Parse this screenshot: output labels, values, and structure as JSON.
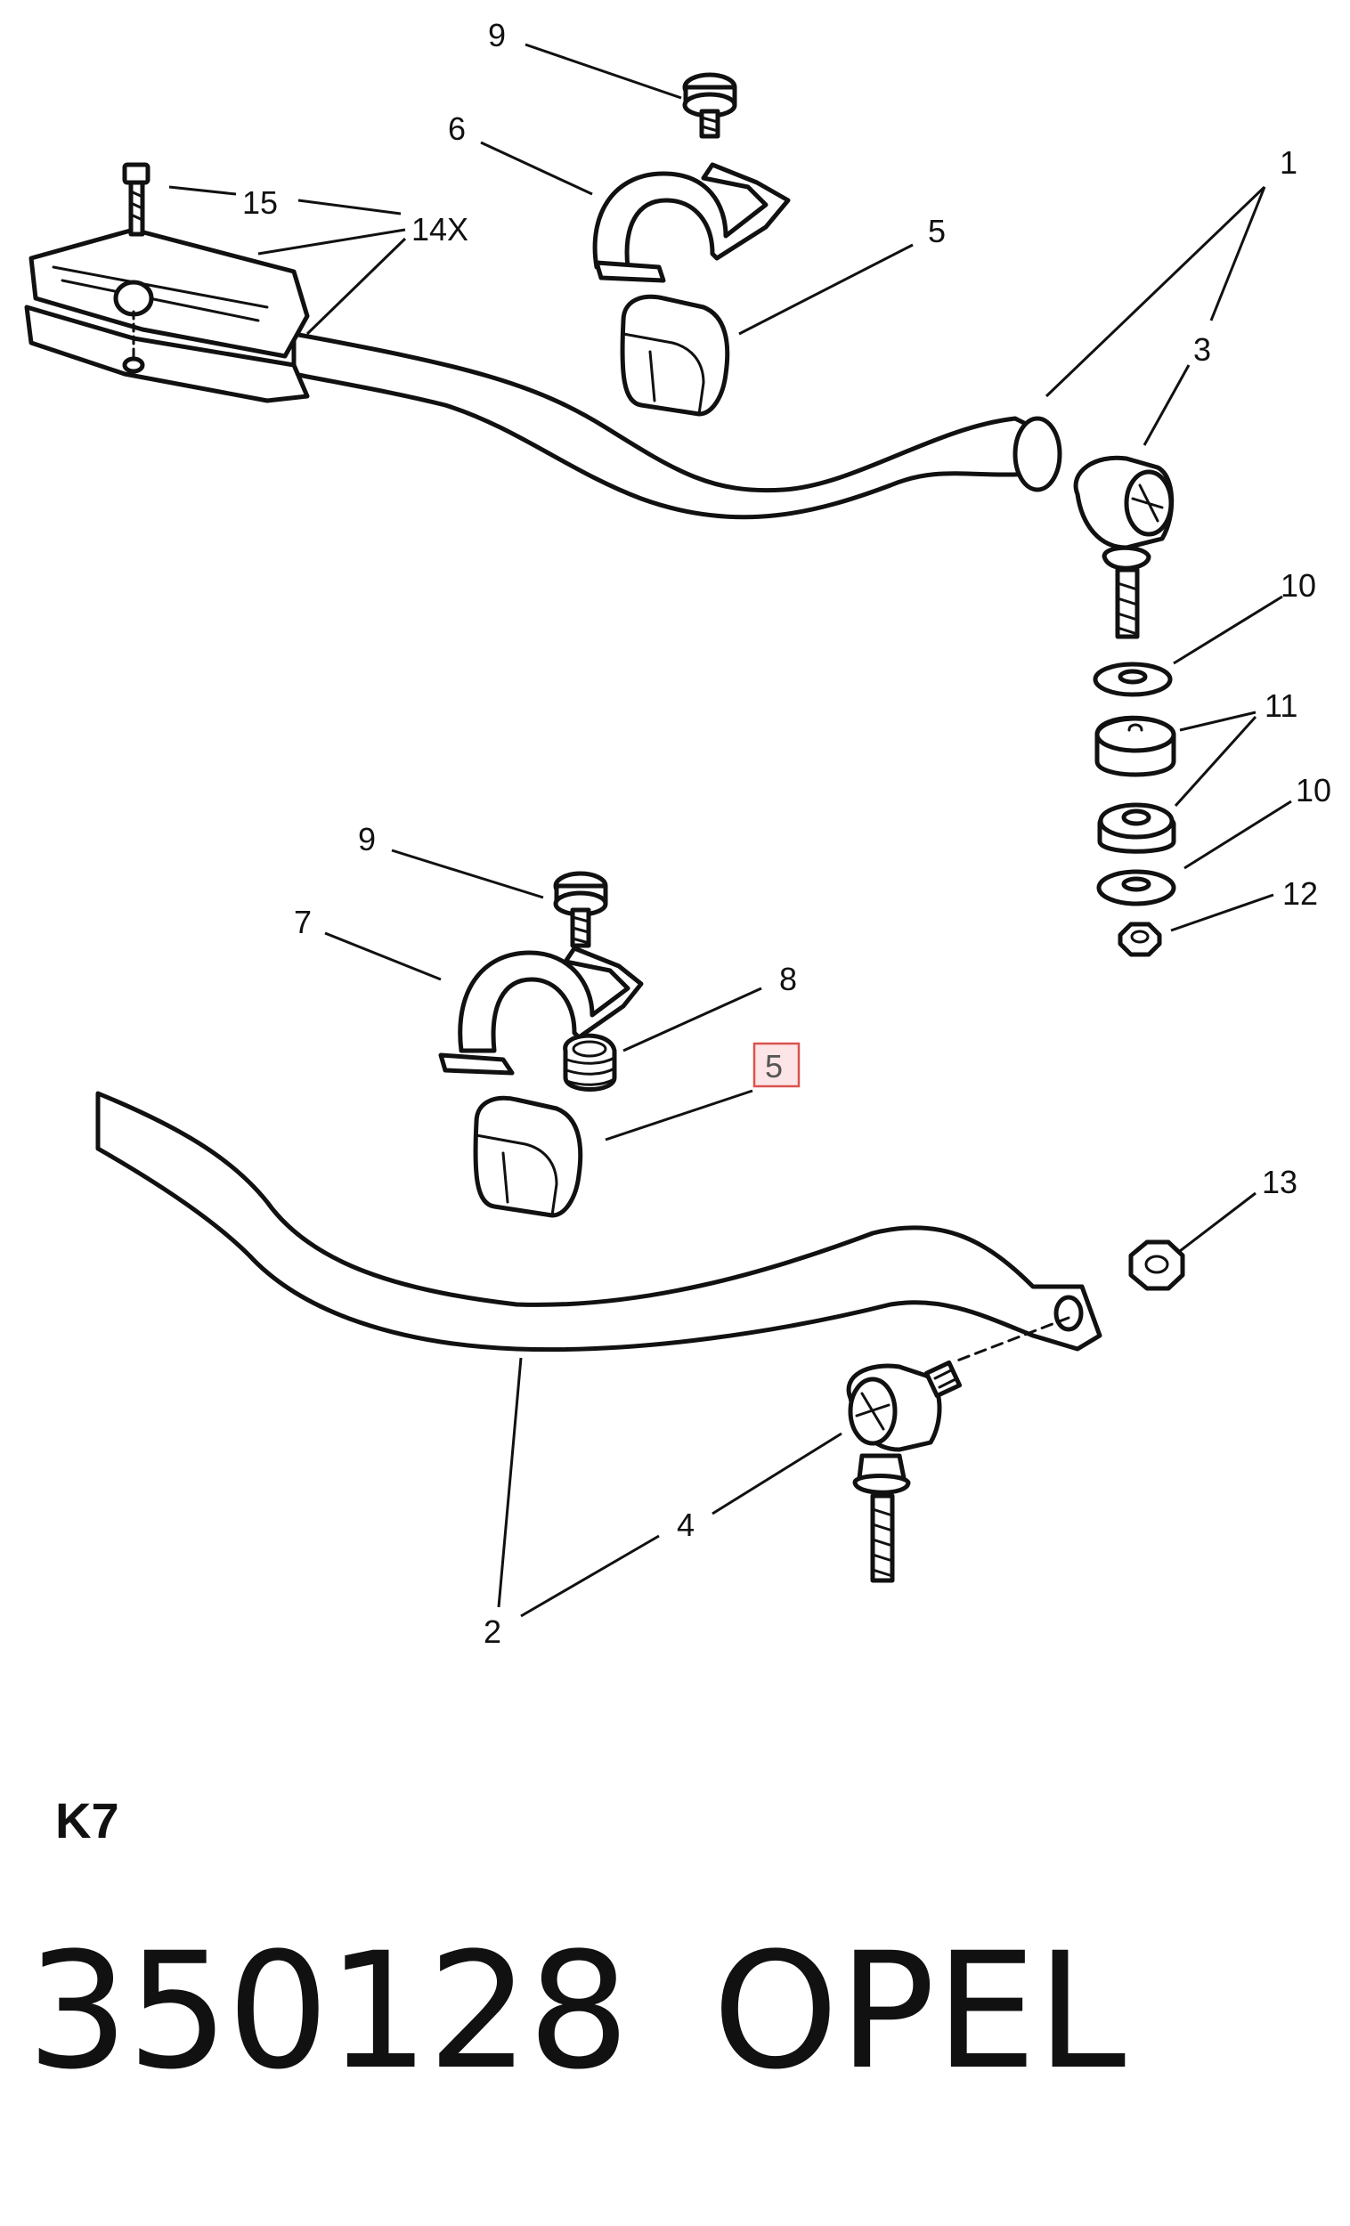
{
  "callouts": {
    "c9a": "9",
    "c6": "6",
    "c15": "15",
    "c14x": "14X",
    "c5a": "5",
    "c1": "1",
    "c3": "3",
    "c10a": "10",
    "c11": "11",
    "c10b": "10",
    "c12": "12",
    "c9b": "9",
    "c7": "7",
    "c8": "8",
    "c5b": "5",
    "c13": "13",
    "c4": "4",
    "c2": "2"
  },
  "highlighted_callout": "c5b",
  "footer": {
    "section": "K7",
    "part_number": "350128",
    "brand": "OPEL"
  },
  "colors": {
    "line": "#111111",
    "highlight_fill": "#fde4e6",
    "highlight_border": "#d9534f"
  }
}
